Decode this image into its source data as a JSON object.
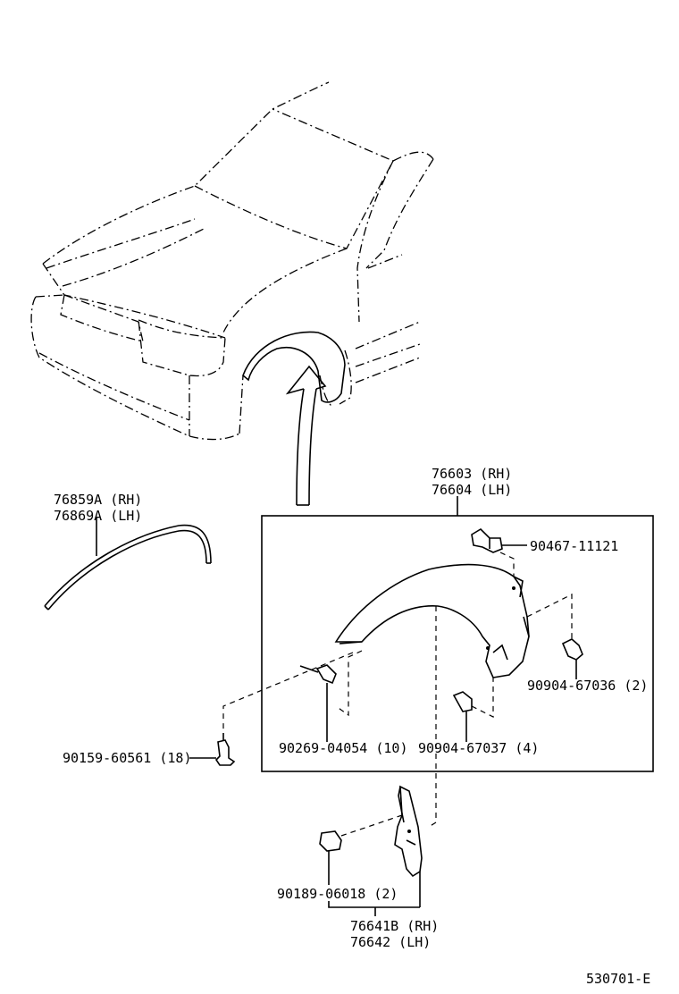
{
  "labels": {
    "fender_flare_rh": "76603 (RH)",
    "fender_flare_lh": "76604 (LH)",
    "moulding_rh": "76859A (RH)",
    "moulding_lh": "76869A (LH)",
    "clip_90467": "90467-11121",
    "screw_90904_67036": "90904-67036 (2)",
    "screw_90159": "90159-60561 (18)",
    "rivet_90269": "90269-04054 (10)",
    "screw_90904_67037": "90904-67037 (4)",
    "nut_90189": "90189-06018 (2)",
    "bracket_rh": "76641B (RH)",
    "bracket_lh": "76642   (LH)",
    "diagram_code": "530701-E"
  }
}
